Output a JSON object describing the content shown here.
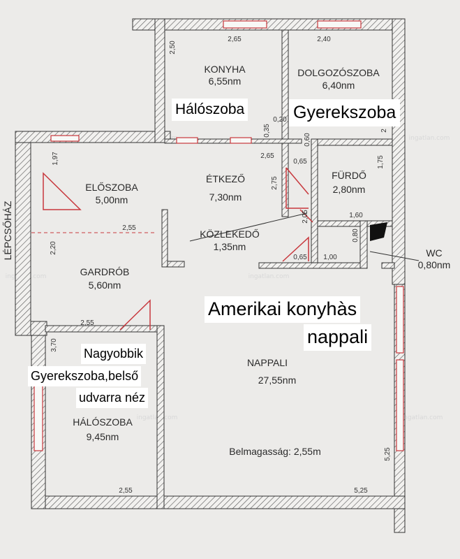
{
  "rooms": {
    "konyha": {
      "name": "KONYHA",
      "area": "6,55nm"
    },
    "dolgozo": {
      "name": "DOLGOZÓSZOBA",
      "area": "6,40nm"
    },
    "eloszoba": {
      "name": "ELŐSZOBA",
      "area": "5,00nm"
    },
    "etkezo": {
      "name": "ÉTKEZŐ",
      "area": "7,30nm"
    },
    "furdo": {
      "name": "FÜRDŐ",
      "area": "2,80nm"
    },
    "kozlekedo": {
      "name": "KÖZLEKEDŐ",
      "area": "1,35nm"
    },
    "wc": {
      "name": "WC",
      "area": "0,80nm"
    },
    "gardrob": {
      "name": "GARDRÓB",
      "area": "5,60nm"
    },
    "nappali": {
      "name": "NAPPALI",
      "area": "27,55nm"
    },
    "haloszoba": {
      "name": "HÁLÓSZOBA",
      "area": "9,45nm"
    }
  },
  "labels": {
    "lepcsohaz": "LÉPCSŐHÁZ",
    "belmagassag": "Belmagasság: 2,55m",
    "watermark": "ingatlan.com"
  },
  "dimensions": {
    "konyha_w": "2,65",
    "konyha_h": "2,50",
    "dolgozo_w": "2,40",
    "small_035": "0,35",
    "small_020": "0,20",
    "small_060": "0,60",
    "small_2": "2",
    "eloszoba_h": "1,97",
    "etkezo_w": "2,65",
    "etkezo_h": "2,75",
    "fd_top": "0,65",
    "furdo_h": "1,75",
    "furdo_w": "1,60",
    "koz_h": "2,05",
    "wc_w": "0,80",
    "gardrob_w": "2,55",
    "gardrob_h": "2,20",
    "bot_065": "0,65",
    "bot_100": "1,00",
    "halo_top_w": "2,55",
    "halo_h": "3,70",
    "halo_bot_w": "2,55",
    "napp_bot_w": "5,25",
    "napp_h": "5,25"
  },
  "overlays": {
    "haloszoba": "Hálószoba",
    "gyerekszoba": "Gyerekszoba",
    "amerikai_1": "Amerikai konyhàs",
    "amerikai_2": "nappali",
    "nagyobbik_1": "Nagyobbik",
    "nagyobbik_2": "Gyerekszoba,belső",
    "nagyobbik_3": "udvarra néz"
  }
}
